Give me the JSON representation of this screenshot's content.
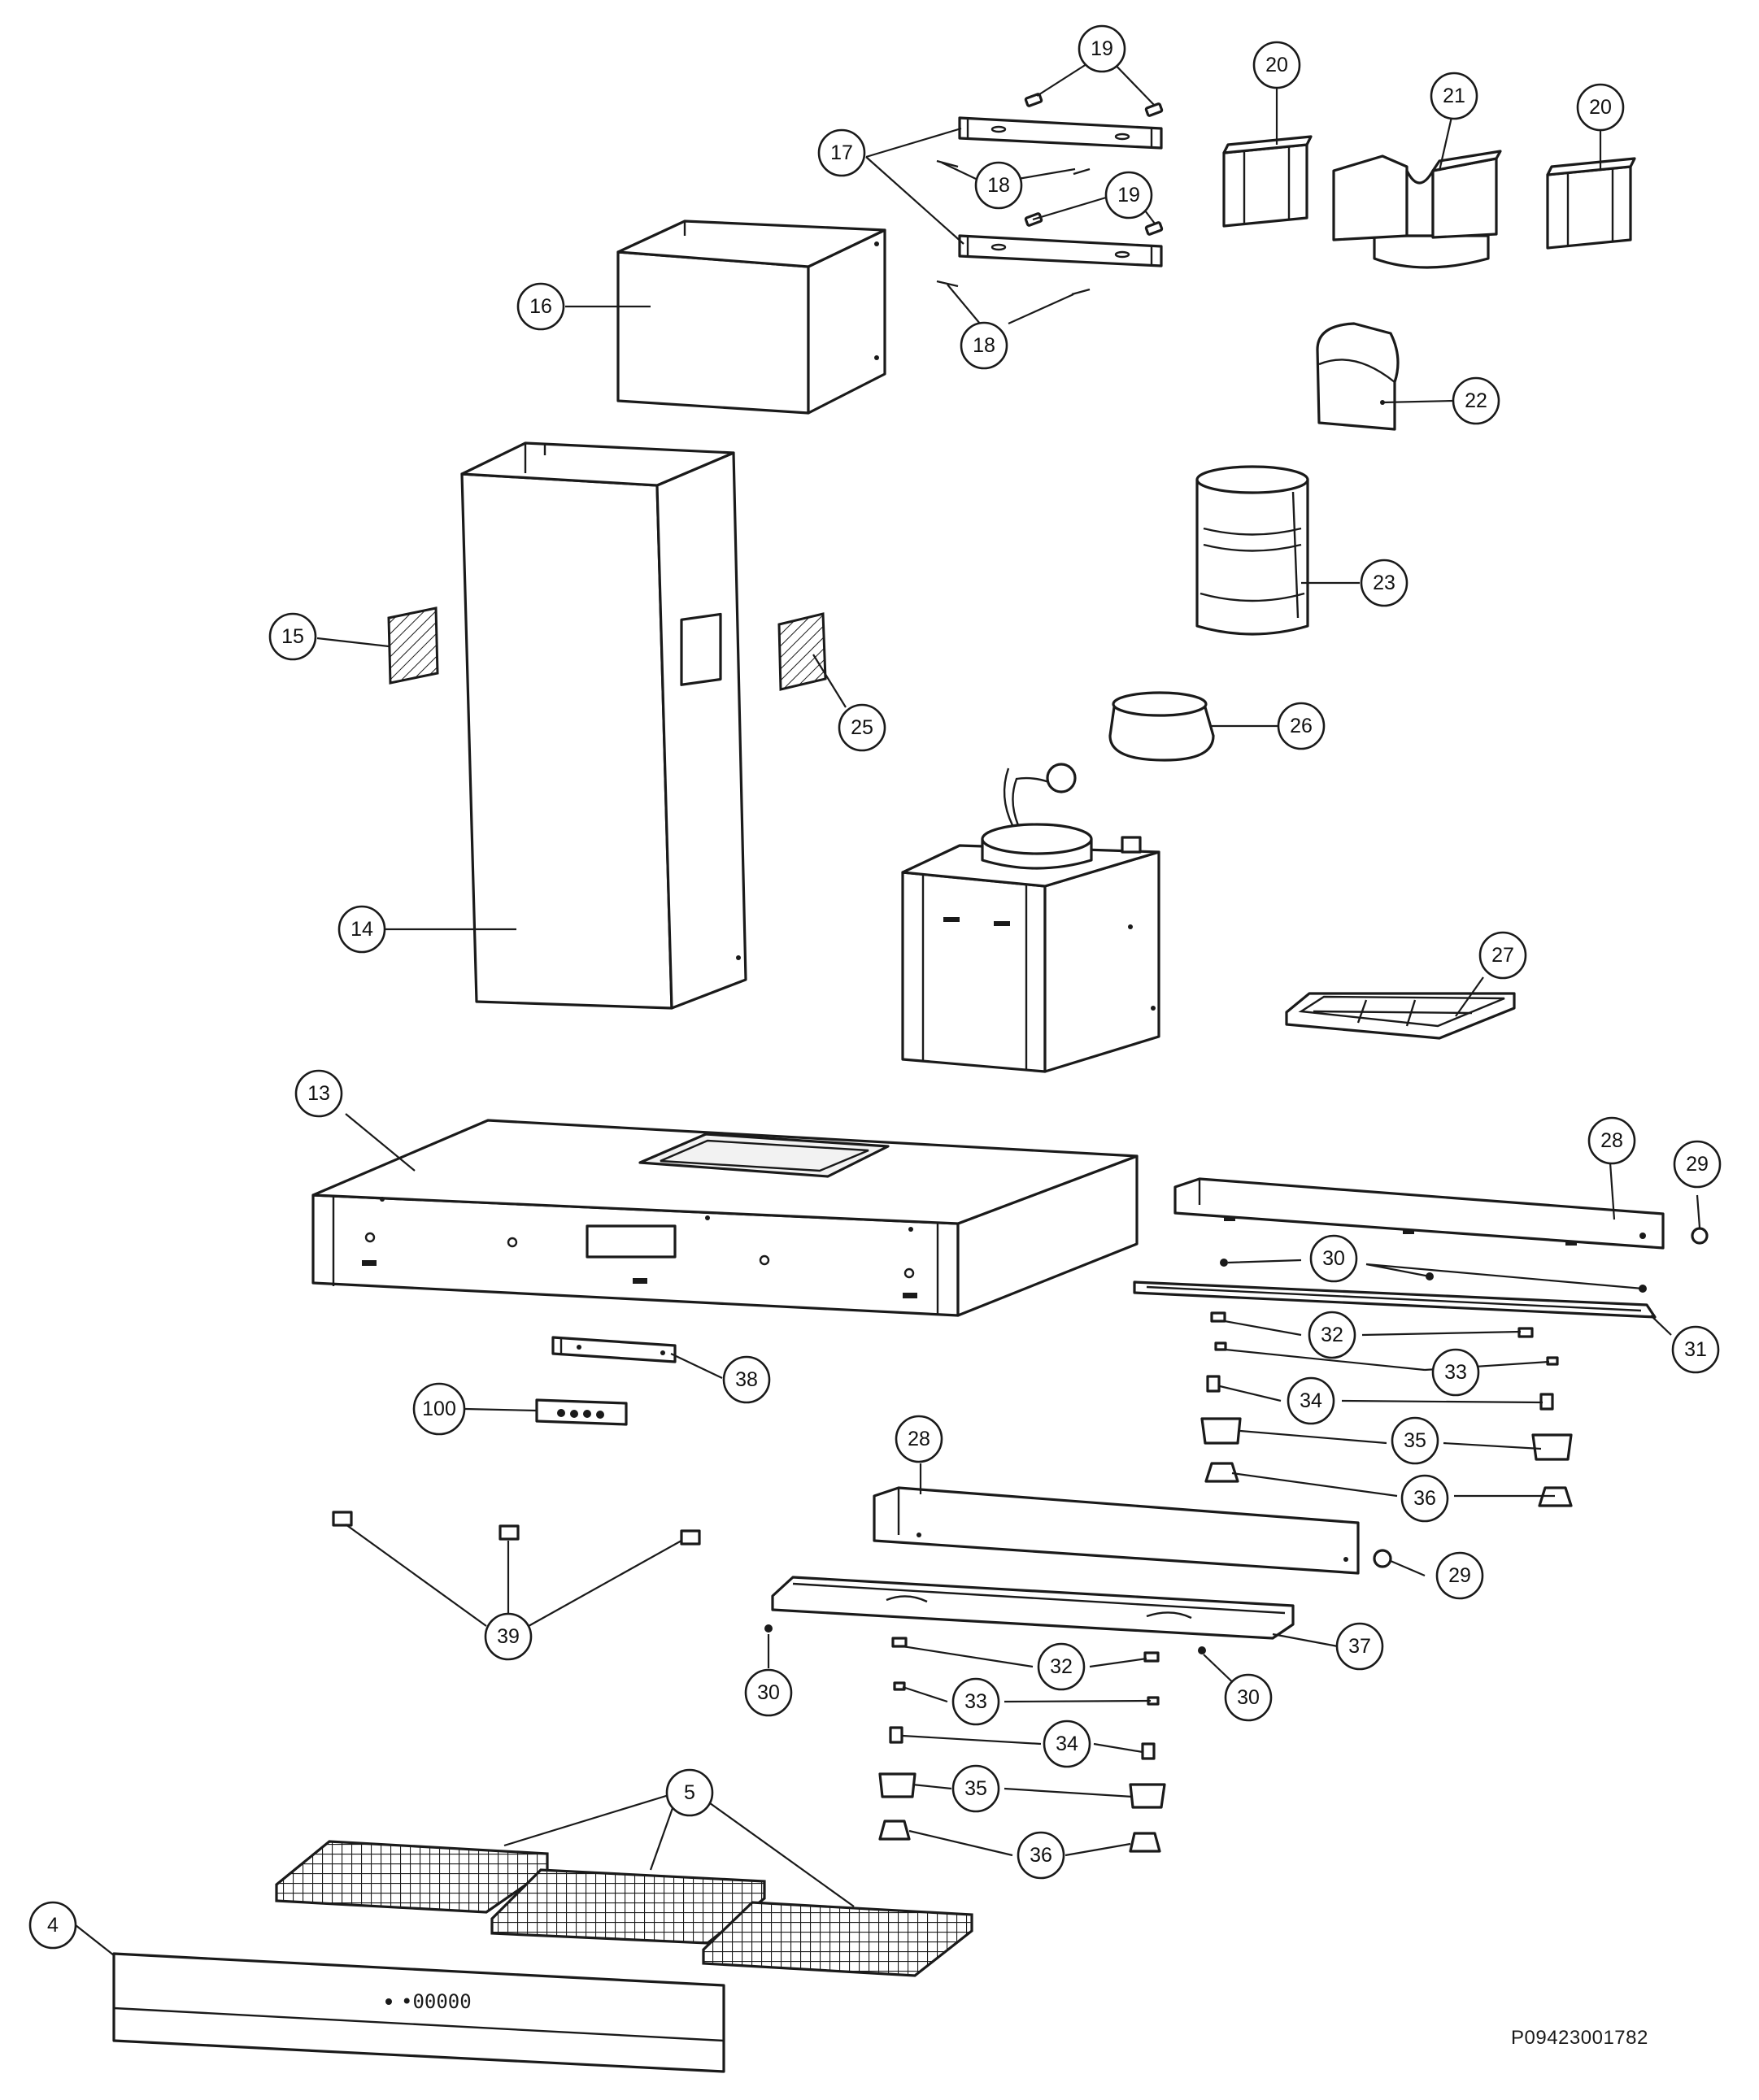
{
  "document_code": "P09423001782",
  "callouts": [
    {
      "id": "c-19a",
      "label": "19"
    },
    {
      "id": "c-20a",
      "label": "20"
    },
    {
      "id": "c-21",
      "label": "21"
    },
    {
      "id": "c-20b",
      "label": "20"
    },
    {
      "id": "c-17",
      "label": "17"
    },
    {
      "id": "c-18a",
      "label": "18"
    },
    {
      "id": "c-19b",
      "label": "19"
    },
    {
      "id": "c-16",
      "label": "16"
    },
    {
      "id": "c-18b",
      "label": "18"
    },
    {
      "id": "c-22",
      "label": "22"
    },
    {
      "id": "c-23",
      "label": "23"
    },
    {
      "id": "c-15",
      "label": "15"
    },
    {
      "id": "c-25",
      "label": "25"
    },
    {
      "id": "c-26",
      "label": "26"
    },
    {
      "id": "c-14",
      "label": "14"
    },
    {
      "id": "c-27",
      "label": "27"
    },
    {
      "id": "c-13",
      "label": "13"
    },
    {
      "id": "c-28a",
      "label": "28"
    },
    {
      "id": "c-29a",
      "label": "29"
    },
    {
      "id": "c-30a",
      "label": "30"
    },
    {
      "id": "c-31",
      "label": "31"
    },
    {
      "id": "c-32a",
      "label": "32"
    },
    {
      "id": "c-33a",
      "label": "33"
    },
    {
      "id": "c-38",
      "label": "38"
    },
    {
      "id": "c-34a",
      "label": "34"
    },
    {
      "id": "c-100",
      "label": "100"
    },
    {
      "id": "c-35a",
      "label": "35"
    },
    {
      "id": "c-28b",
      "label": "28"
    },
    {
      "id": "c-36a",
      "label": "36"
    },
    {
      "id": "c-29b",
      "label": "29"
    },
    {
      "id": "c-39",
      "label": "39"
    },
    {
      "id": "c-37",
      "label": "37"
    },
    {
      "id": "c-32b",
      "label": "32"
    },
    {
      "id": "c-30b",
      "label": "30"
    },
    {
      "id": "c-30c",
      "label": "30"
    },
    {
      "id": "c-33b",
      "label": "33"
    },
    {
      "id": "c-34b",
      "label": "34"
    },
    {
      "id": "c-5",
      "label": "5"
    },
    {
      "id": "c-35b",
      "label": "35"
    },
    {
      "id": "c-36b",
      "label": "36"
    },
    {
      "id": "c-4",
      "label": "4"
    }
  ]
}
